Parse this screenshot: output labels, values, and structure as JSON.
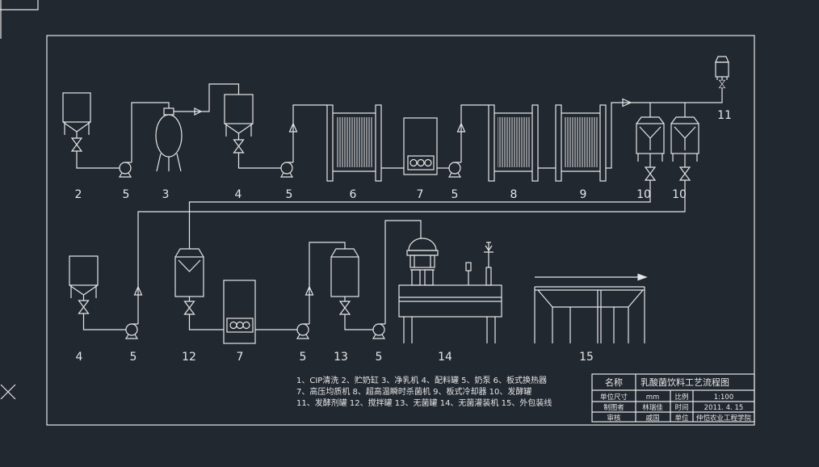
{
  "colors": {
    "background": "#212830",
    "line": "#e6e6e6"
  },
  "drawing": {
    "labels_top": [
      "2",
      "5",
      "3",
      "4",
      "5",
      "6",
      "7",
      "5",
      "8",
      "9",
      "10",
      "10"
    ],
    "label_11": "11",
    "labels_bottom": [
      "4",
      "5",
      "12",
      "7",
      "5",
      "13",
      "5",
      "14",
      "15"
    ]
  },
  "legend": {
    "lines": [
      "1、CIP清洗 2、贮奶缸 3、净乳机 4、配料罐 5、奶泵 6、板式换热器",
      "7、高压均质机 8、超高温瞬时杀菌机 9、板式冷却器 10、发酵罐",
      "11、发酵剂罐 12、搅拌罐 13、无菌罐 14、无菌灌装机 15、外包装线"
    ]
  },
  "title_block": {
    "name_label": "名称",
    "name_value": "乳酸菌饮料工艺流程图",
    "unit_label": "单位尺寸",
    "unit_value": "mm",
    "scale_label": "比例",
    "scale_value": "1:100",
    "drafter_label": "制图者",
    "drafter_value": "林瑞佳",
    "date_label": "时间",
    "date_value": "2011. 4. 15",
    "reviewer_label": "审核",
    "reviewer_value": "戚国",
    "org_label": "单位",
    "org_value": "仲恺农业工程学院"
  }
}
